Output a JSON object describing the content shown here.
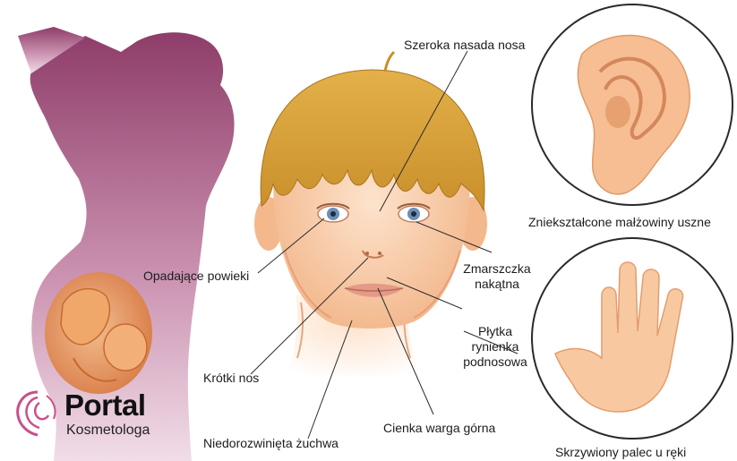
{
  "labels": {
    "nose_bridge": "Szeroka nasada nosa",
    "ears": "Zniekształcone małżowiny uszne",
    "eyelids": "Opadające powieki",
    "epicanthus_line1": "Zmarszczka",
    "epicanthus_line2": "nakątna",
    "philtrum_line1": "Płytka",
    "philtrum_line2": "rynienka",
    "philtrum_line3": "podnosowa",
    "short_nose": "Krótki nos",
    "upper_lip": "Cienka warga górna",
    "jaw": "Niedorozwinięta żuchwa",
    "finger": "Skrzywiony palec u ręki"
  },
  "logo": {
    "brand": "Portal",
    "sub": "Kosmetologa"
  },
  "colors": {
    "silhouette": "#9a4a74",
    "hair": "#d9a33a",
    "skin": "#f6c9a0",
    "accent_pink": "#c8508a"
  }
}
